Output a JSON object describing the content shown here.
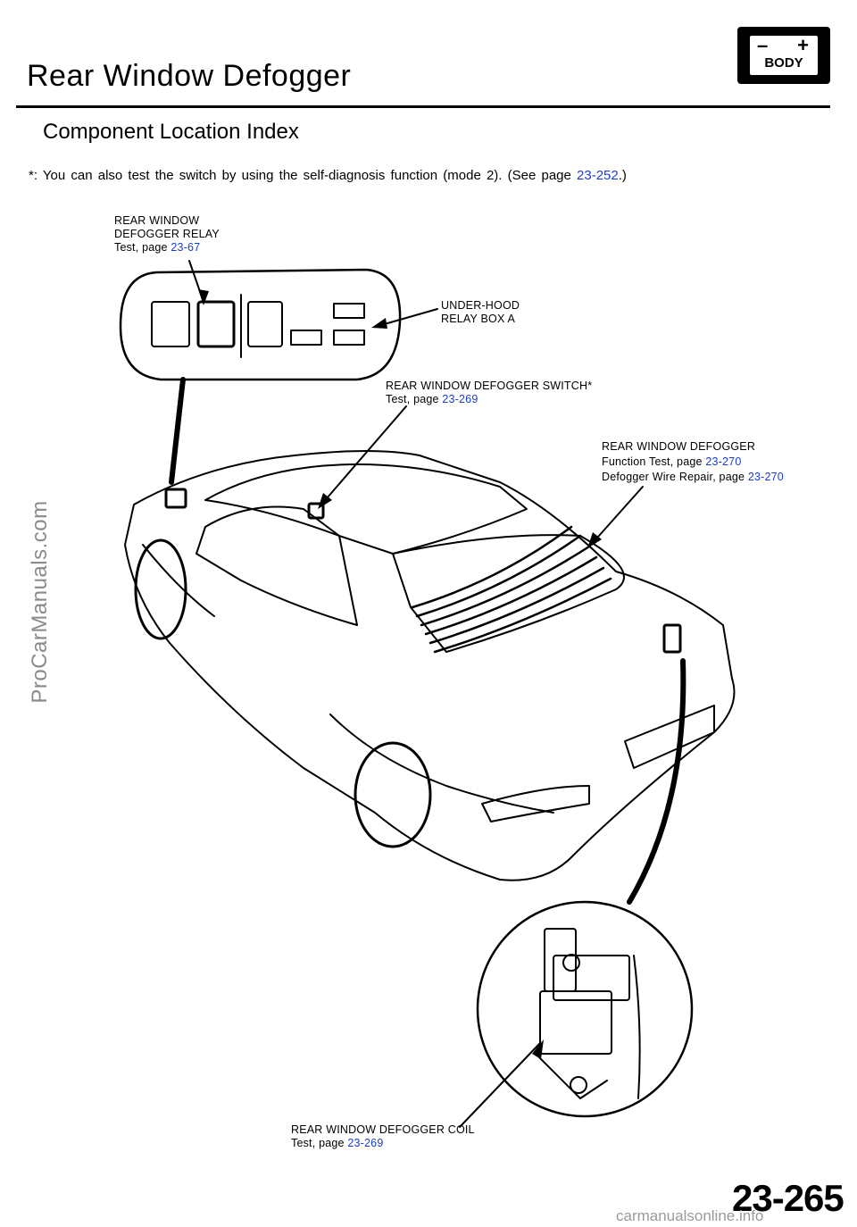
{
  "header": {
    "title": "Rear Window Defogger",
    "subtitle": "Component Location Index",
    "badge": {
      "minus": "–",
      "plus": "+",
      "label": "BODY"
    }
  },
  "note": {
    "text": "*: You can also test the switch by using the self-diagnosis function (mode 2). (See page ",
    "link": "23-252",
    "suffix": ".)"
  },
  "labels": {
    "relay": {
      "line1": "REAR WINDOW",
      "line2": "DEFOGGER RELAY",
      "test": "Test, page ",
      "link": "23-67"
    },
    "relay_box": {
      "line1": "UNDER-HOOD",
      "line2": "RELAY BOX A"
    },
    "switch": {
      "line1": "REAR WINDOW DEFOGGER SWITCH*",
      "test": "Test, page ",
      "link": "23-269"
    },
    "defogger": {
      "line1": "REAR WINDOW DEFOGGER",
      "func": "Function Test, page ",
      "func_link": "23-270",
      "repair": "Defogger Wire Repair, page ",
      "repair_link": "23-270"
    },
    "coil": {
      "line1": "REAR WINDOW DEFOGGER COIL",
      "test": "Test, page ",
      "link": "23-269"
    }
  },
  "footer": {
    "page_number": "23-265",
    "watermark_left": "ProCarManuals.com",
    "watermark_bottom": "carmanualsonline.info"
  },
  "colors": {
    "link": "#1a3cd6",
    "ink": "#000000"
  }
}
